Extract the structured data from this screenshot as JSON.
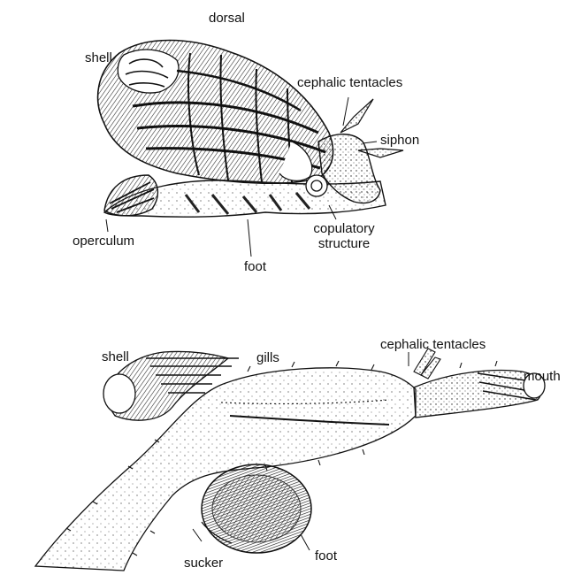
{
  "figure_a": {
    "labels": {
      "dorsal": "dorsal",
      "shell": "shell",
      "cephalic_tentacles": "cephalic tentacles",
      "siphon": "siphon",
      "operculum": "operculum",
      "copulatory_line1": "copulatory",
      "copulatory_line2": "structure",
      "foot": "foot"
    }
  },
  "figure_b": {
    "labels": {
      "shell": "shell",
      "gills": "gills",
      "cephalic_tentacles": "cephalic tentacles",
      "mouth": "mouth",
      "sucker": "sucker",
      "foot": "foot"
    }
  },
  "colors": {
    "ink": "#111111",
    "paper": "#ffffff",
    "shade": "#555555"
  }
}
